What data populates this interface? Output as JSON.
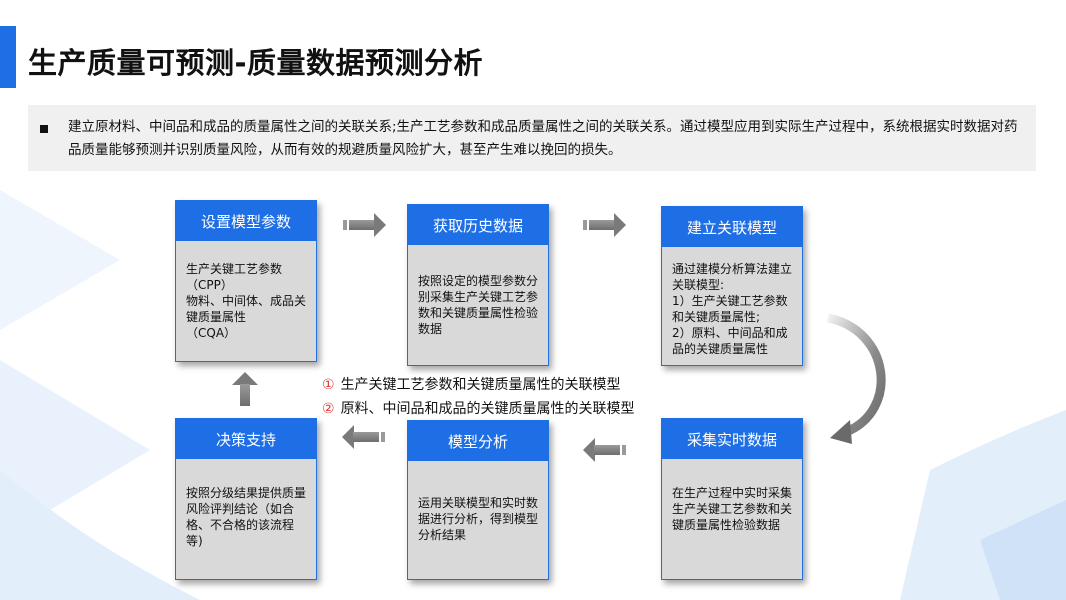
{
  "page": {
    "title": "生产质量可预测-质量数据预测分析",
    "intro": "建立原材料、中间品和成品的质量属性之间的关联关系;生产工艺参数和成品质量属性之间的关联关系。通过模型应用到实际生产过程中，系统根据实时数据对药品质量能够预测并识别质量风险，从而有效的规避质量风险扩大，甚至产生难以挽回的损失。"
  },
  "colors": {
    "accent": "#1e6fe6",
    "box_body": "#d9d9d9",
    "arrow": "#8c8c8c",
    "marker": "#e03a3a"
  },
  "boxes": {
    "set_params": {
      "title": "设置模型参数",
      "body": "生产关键工艺参数\n（CPP）\n物料、中间体、成品关键质量属性\n（CQA）"
    },
    "get_history": {
      "title": "获取历史数据",
      "body": "按照设定的模型参数分别采集生产关键工艺参数和关键质量属性检验数据"
    },
    "build_model": {
      "title": "建立关联模型",
      "body": "通过建模分析算法建立关联模型:\n1）生产关键工艺参数和关键质量属性;\n2）原料、中间品和成品的关键质量属性"
    },
    "collect_realtime": {
      "title": "采集实时数据",
      "body": "在生产过程中实时采集生产关键工艺参数和关键质量属性检验数据"
    },
    "model_analysis": {
      "title": "模型分析",
      "body": "运用关联模型和实时数据进行分析，得到模型分析结果"
    },
    "decision_support": {
      "title": "决策支持",
      "body": "按照分级结果提供质量风险评判结论（如合格、不合格的该流程等)"
    }
  },
  "legend": [
    {
      "marker": "①",
      "text": "生产关键工艺参数和关键质量属性的关联模型"
    },
    {
      "marker": "②",
      "text": "原料、中间品和成品的关键质量属性的关联模型"
    }
  ]
}
